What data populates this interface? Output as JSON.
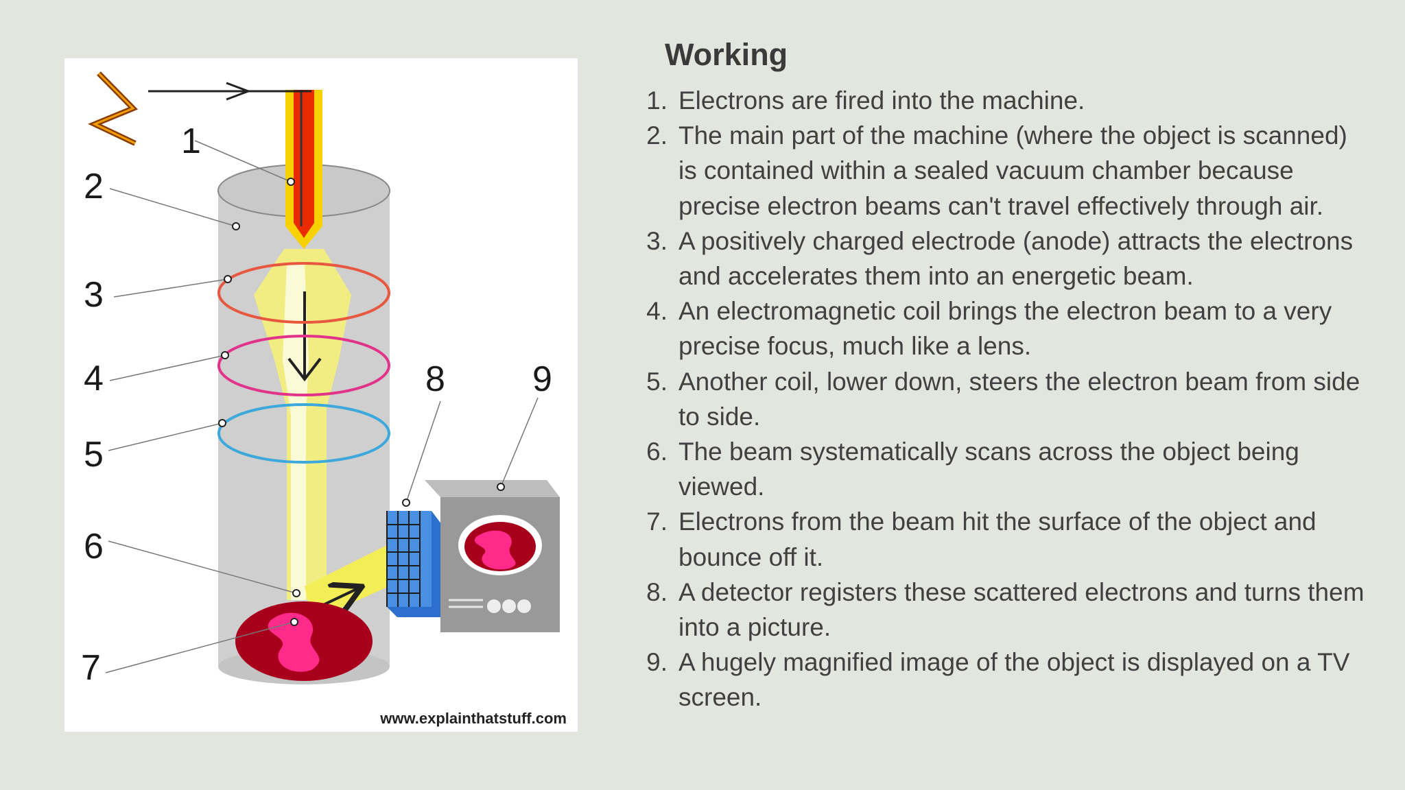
{
  "figure": {
    "callouts": [
      "1",
      "2",
      "3",
      "4",
      "5",
      "6",
      "7",
      "8",
      "9"
    ],
    "watermark": "www.explainthatstuff.com",
    "colors": {
      "column": "#cfcfcf",
      "gun_outer": "#f7d200",
      "gun_inner": "#ea2a00",
      "beam": "#f3ef5a",
      "anode_ring": "#e8573f",
      "focus_coil": "#e2338a",
      "scan_coil": "#3ca8dc",
      "specimen": "#b00020",
      "detector": "#4a90e2",
      "monitor": "#999999"
    }
  },
  "content": {
    "heading": "Working",
    "steps": [
      {
        "n": "1.",
        "text": "Electrons are fired into the machine."
      },
      {
        "n": "2.",
        "text": "The main part of the machine (where the object is scanned) is contained within a sealed vacuum chamber because precise electron beams can't travel effectively through air."
      },
      {
        "n": "3.",
        "text": "A positively charged electrode (anode) attracts the electrons and accelerates them into an energetic beam."
      },
      {
        "n": "4.",
        "text": "An electromagnetic coil brings the electron beam to a very precise focus, much like a lens."
      },
      {
        "n": "5.",
        "text": "Another coil, lower down, steers the electron beam from side to side."
      },
      {
        "n": "6.",
        "text": "The beam systematically scans across the object being viewed."
      },
      {
        "n": "7.",
        "text": "Electrons from the beam hit the surface of the object and bounce off it."
      },
      {
        "n": "8.",
        "text": "A detector registers these scattered electrons and turns them into a picture."
      },
      {
        "n": "9.",
        "text": "A hugely magnified image of the object is displayed on a TV screen."
      }
    ]
  }
}
